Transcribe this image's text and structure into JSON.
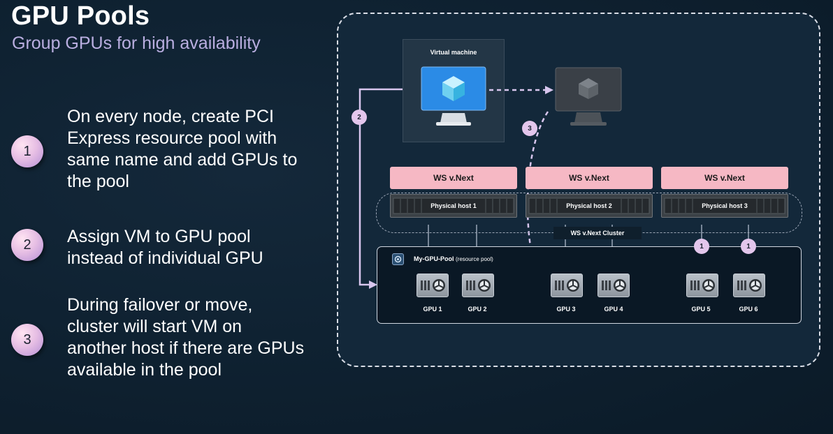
{
  "title": "GPU Pools",
  "subtitle": "Group GPUs for high availability",
  "steps": [
    {
      "number": "1",
      "text": "On every node, create PCI Express resource pool with same name and add GPUs to the pool"
    },
    {
      "number": "2",
      "text": "Assign VM to GPU pool instead of individual GPU"
    },
    {
      "number": "3",
      "text": "During failover or move, cluster will start VM on another host if there are GPUs available in the pool"
    }
  ],
  "diagram": {
    "vm_label": "Virtual machine",
    "nodes": [
      {
        "os": "WS v.Next",
        "host": "Physical host 1"
      },
      {
        "os": "WS v.Next",
        "host": "Physical host 2"
      },
      {
        "os": "WS v.Next",
        "host": "Physical host 3"
      }
    ],
    "cluster_label": "WS v.Next Cluster",
    "pool_name": "My-GPU-Pool",
    "pool_suffix": "(resource pool)",
    "gpus": [
      "GPU 1",
      "GPU 2",
      "GPU 3",
      "GPU 4",
      "GPU 5",
      "GPU 6"
    ],
    "badges": {
      "assign": "2",
      "failover": "3",
      "add_a": "1",
      "add_b": "1"
    },
    "colors": {
      "accent_pink": "#f6b8c4",
      "badge": "#e3c6ec",
      "subtitle": "#b9aee0",
      "vm_blue": "#2b8be6"
    }
  }
}
